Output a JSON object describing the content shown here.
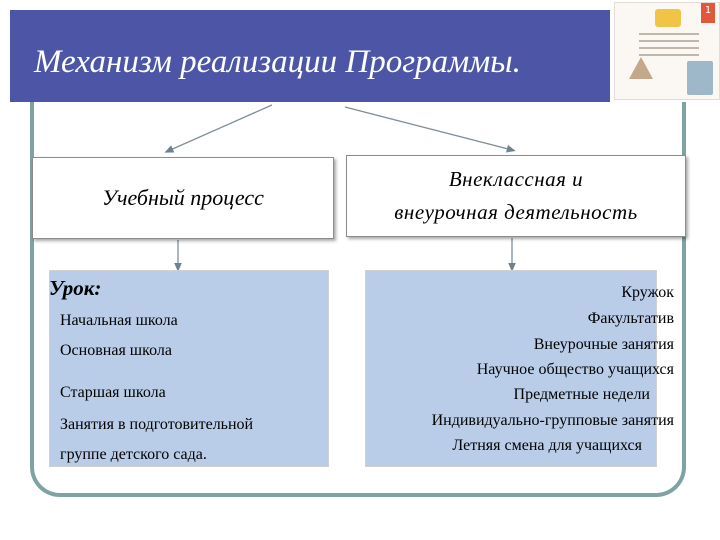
{
  "title": "Механизм реализации Программы.",
  "left_header": "Учебный процесс",
  "right_header_line1": "Внеклассная и",
  "right_header_line2": "внеурочная деятельность",
  "lesson_label": "Урок:",
  "left_items": [
    "Начальная школа",
    "Основная школа",
    "Старшая школа",
    "Занятия в подготовительной",
    "группе детского сада."
  ],
  "right_items": [
    "Кружок",
    "Факультатив",
    "Внеурочные занятия",
    "Научное общество учащихся",
    "Предметные недели",
    "Индивидуально-групповые занятия",
    "Летняя смена для учащихся"
  ],
  "colors": {
    "title_bar": "#4d56a6",
    "frame": "#7fa2a2",
    "panel": "#b9cde9",
    "connector": "#7f8f96"
  },
  "thumbnail_badge": "1"
}
